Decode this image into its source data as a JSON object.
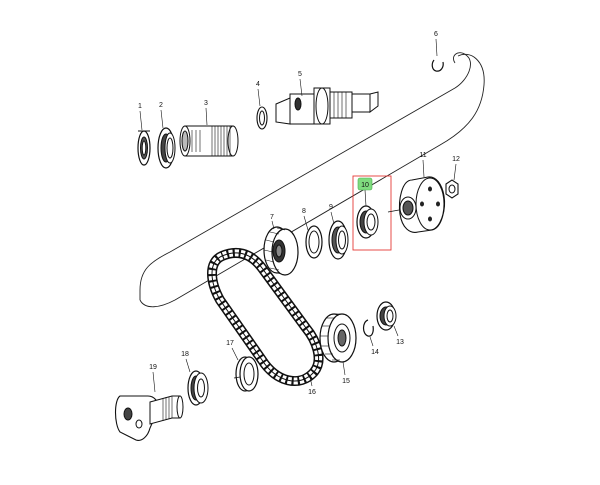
{
  "diagram": {
    "highlight_color": "#e53935",
    "badge_color": "#7fdc7f",
    "highlighted_part": "10",
    "labels": {
      "p1": "1",
      "p2": "2",
      "p3": "3",
      "p4": "4",
      "p5": "5",
      "p6": "6",
      "p7": "7",
      "p8": "8",
      "p9": "9",
      "p10": "10",
      "p11": "11",
      "p12": "12",
      "p13": "13",
      "p14": "14",
      "p15": "15",
      "p16": "16",
      "p17": "17",
      "p18": "18",
      "p19": "19"
    }
  }
}
